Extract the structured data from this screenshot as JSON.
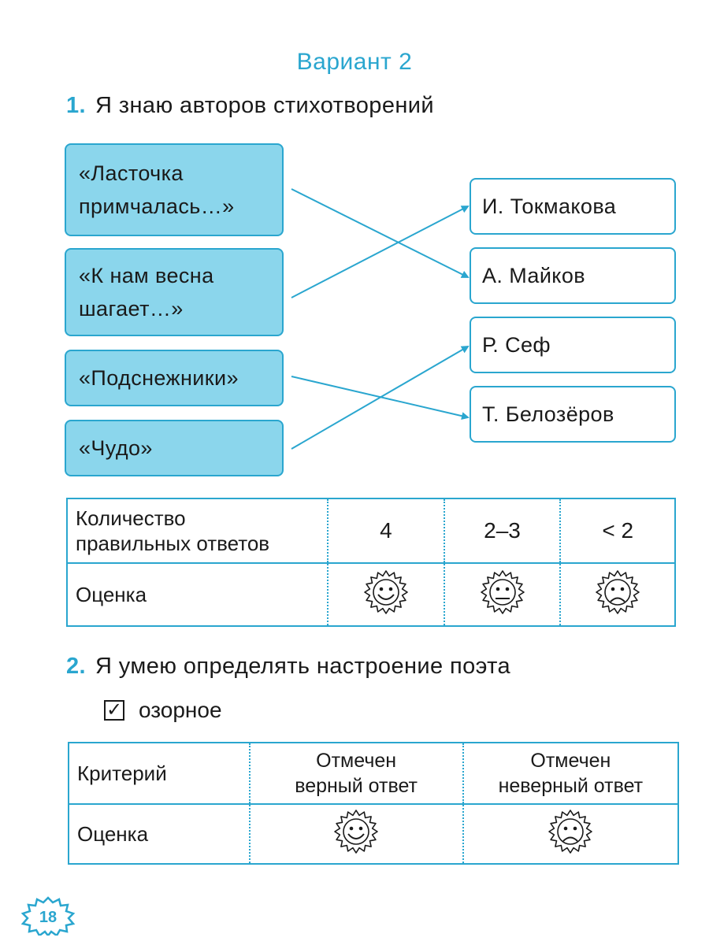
{
  "header": {
    "variant_title": "Вариант 2"
  },
  "task1": {
    "number": "1.",
    "title": "Я знаю авторов стихотворений",
    "poems": [
      {
        "line1": "«Ласточка",
        "line2": "примчалась…»"
      },
      {
        "line1": "«К нам весна",
        "line2": "шагает…»"
      },
      {
        "line1": "«Подснежники»",
        "line2": ""
      },
      {
        "line1": "«Чудо»",
        "line2": ""
      }
    ],
    "authors": [
      "И. Токмакова",
      "А. Майков",
      "Р. Сеф",
      "Т. Белозёров"
    ],
    "matches": [
      [
        0,
        1
      ],
      [
        1,
        0
      ],
      [
        2,
        3
      ],
      [
        3,
        2
      ]
    ],
    "table": {
      "row1_label_line1": "Количество",
      "row1_label_line2": "правильных ответов",
      "values": [
        "4",
        "2–3",
        "< 2"
      ],
      "row2_label": "Оценка",
      "suns": [
        "happy-sun",
        "neutral-sun",
        "sad-sun"
      ]
    }
  },
  "task2": {
    "number": "2.",
    "title": "Я умею определять настроение поэта",
    "checkbox": {
      "checked": true,
      "mark": "✓",
      "label": "озорное"
    },
    "table": {
      "row1_label": "Критерий",
      "col1_line1": "Отмечен",
      "col1_line2": "верный ответ",
      "col2_line1": "Отмечен",
      "col2_line2": "неверный ответ",
      "row2_label": "Оценка",
      "suns": [
        "happy-sun",
        "sad-sun"
      ]
    }
  },
  "footer": {
    "page_number": "18"
  },
  "colors": {
    "accent": "#2aa6cf",
    "title_box_fill": "#8bd6ec",
    "text": "#1a1a1a"
  }
}
